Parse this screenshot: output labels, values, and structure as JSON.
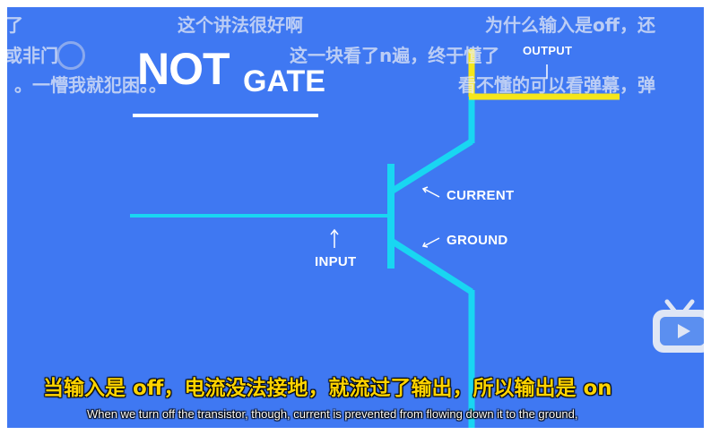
{
  "title": {
    "not": "NOT",
    "gate": "GATE"
  },
  "labels": {
    "output": "OUTPUT",
    "current": "CURRENT",
    "ground": "GROUND",
    "input": "INPUT"
  },
  "danmaku": [
    "了",
    "这个讲法很好啊",
    "为什么输入是off，还",
    "或非门",
    "这一块看了n遍，终于懂了",
    "。一懵我就犯困。。",
    "看不懂的可以看弹幕，弹"
  ],
  "subtitles": {
    "chinese": "当输入是 off，电流没法接地，就流过了输出，所以输出是 on",
    "english": "When we turn off the transistor, though, current is prevented from flowing down it to the ground,"
  },
  "colors": {
    "background": "#3f78f2",
    "wire": "#19d6f2",
    "output_wire": "#f5e61a",
    "subtitle_cn": "#ffd400"
  },
  "icons": {
    "logo": "bilibili-tv-icon"
  }
}
